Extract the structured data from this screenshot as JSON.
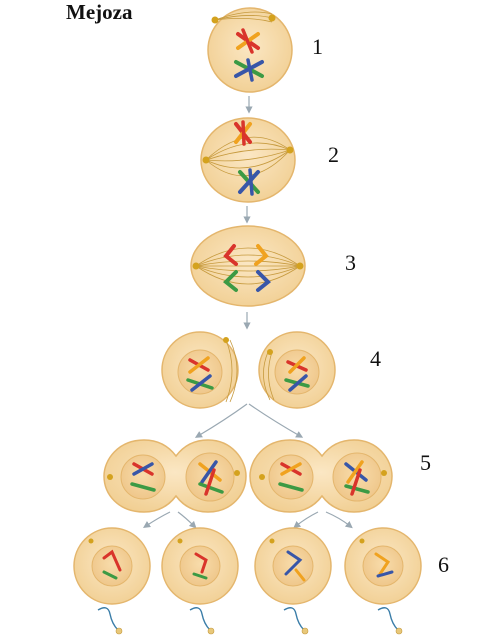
{
  "title": "Mejoza",
  "steps": [
    {
      "label": "1"
    },
    {
      "label": "2"
    },
    {
      "label": "3"
    },
    {
      "label": "4"
    },
    {
      "label": "5"
    },
    {
      "label": "6"
    }
  ],
  "colors": {
    "cell_fill": "#f6d9a4",
    "cell_edge": "#e4b66d",
    "nucleus_fill": "#f3cf8f",
    "spindle": "#c69a3e",
    "centrosome": "#d4a21e",
    "arrow": "#9aa8b2",
    "chrom_red": "#d9342b",
    "chrom_orange": "#f0a21f",
    "chrom_green": "#3c9a44",
    "chrom_blue": "#3856a8"
  }
}
